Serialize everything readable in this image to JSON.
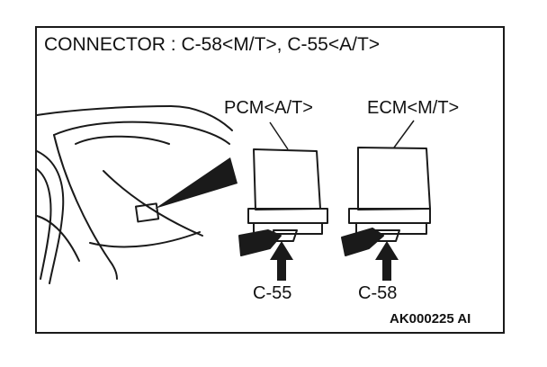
{
  "title": "CONNECTOR : C-58<M/T>, C-55<A/T>",
  "modules": {
    "pcm": {
      "label": "PCM<A/T>",
      "connector": "C-55"
    },
    "ecm": {
      "label": "ECM<M/T>",
      "connector": "C-58"
    }
  },
  "figure_code": "AK000225 AI",
  "colors": {
    "line": "#1a1a1a",
    "background": "#ffffff"
  },
  "icons": [
    "dashboard-illustration",
    "leader-arrow",
    "pointer-arrow-up"
  ]
}
